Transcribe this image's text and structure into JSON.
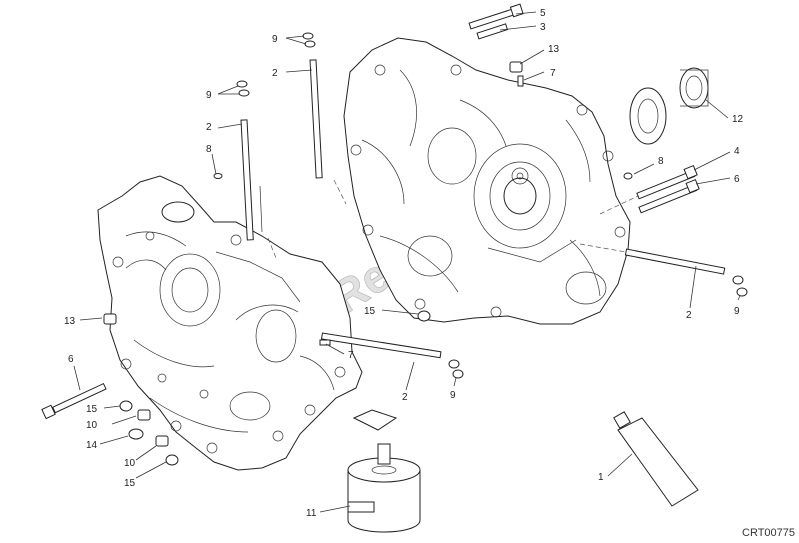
{
  "diagram": {
    "drawing_code": "CRT00775",
    "watermark": "PartsRepublik",
    "callouts": [
      "5",
      "3",
      "9",
      "2",
      "13",
      "7",
      "12",
      "9",
      "2",
      "8",
      "8",
      "4",
      "6",
      "2",
      "9",
      "15",
      "7",
      "13",
      "6",
      "2",
      "9",
      "15",
      "10",
      "14",
      "10",
      "15",
      "11",
      "1"
    ]
  }
}
